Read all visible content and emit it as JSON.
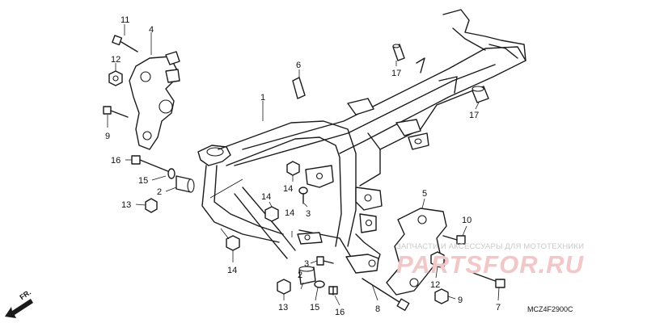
{
  "watermark": {
    "tagline": "ЗАПЧАСТИ И АКСЕССУАРЫ ДЛЯ МОТОТЕХНИКИ",
    "logo": "PARTSFOR.RU"
  },
  "diagram_code": "MCZ4F2900C",
  "direction_label": "FR.",
  "callouts": {
    "c11": "11",
    "c4": "4",
    "c12": "12",
    "c9a": "9",
    "c6": "6",
    "c1": "1",
    "c17a": "17",
    "c17b": "17",
    "c16a": "16",
    "c15a": "15",
    "c2a": "2",
    "c13a": "13",
    "c14a": "14",
    "c14b": "14",
    "c3a": "3",
    "c14c": "14",
    "c5": "5",
    "c10": "10",
    "c14d": "14",
    "c3b": "3",
    "c2b": "2",
    "c13b": "13",
    "c15b": "15",
    "c16b": "16",
    "c8": "8",
    "c12b": "12",
    "c9b": "9",
    "c7": "7"
  }
}
